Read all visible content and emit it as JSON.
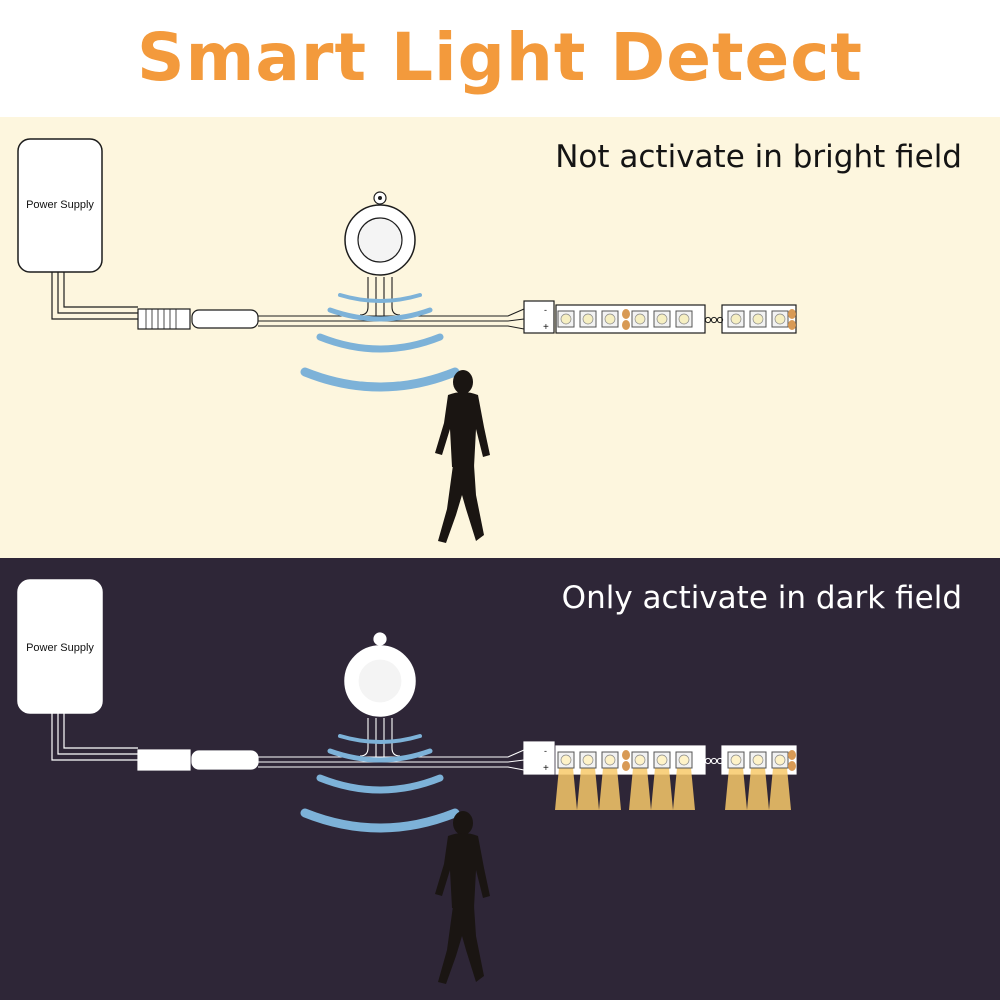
{
  "title": "Smart Light Detect",
  "colors": {
    "title": "#f39a3c",
    "bright_bg": "#fdf6de",
    "dark_bg": "#2e2637",
    "wave": "#7db2d8",
    "led_glow": "#f7c96a",
    "silhouette": "#1a1512"
  },
  "panels": [
    {
      "id": "bright",
      "caption": "Not activate in bright field",
      "psu_label": "Power Supply",
      "leds_on": false
    },
    {
      "id": "dark",
      "caption": "Only activate in dark field",
      "psu_label": "Power Supply",
      "leds_on": true
    }
  ]
}
